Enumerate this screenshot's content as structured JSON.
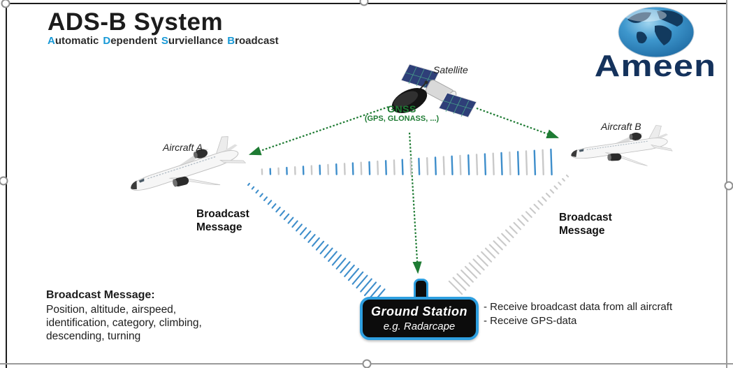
{
  "colors": {
    "accent_blue": "#1899d6",
    "gnss_green": "#1e7b33",
    "wave_blue": "#3e8ecb",
    "wave_gray": "#c9c9c9",
    "station_blue": "#2e9fe0",
    "brand_navy": "#14325c",
    "text_black": "#1c1c1c"
  },
  "header": {
    "title": "ADS-B System",
    "subtitle_words": [
      {
        "initial": "A",
        "rest": "utomatic"
      },
      {
        "initial": "D",
        "rest": "ependent"
      },
      {
        "initial": "S",
        "rest": "urviellance"
      },
      {
        "initial": "B",
        "rest": "roadcast"
      }
    ]
  },
  "brand": {
    "name": "Ameen"
  },
  "satellite": {
    "label": "Satellite"
  },
  "gnss": {
    "title": "GNSS",
    "systems": "(GPS, GLONASS, ...)"
  },
  "aircraft_a": {
    "label": "Aircraft A",
    "broadcast": "Broadcast\nMessage"
  },
  "aircraft_b": {
    "label": "Aircraft B",
    "broadcast": "Broadcast\nMessage"
  },
  "ground_station": {
    "name": "Ground Station",
    "example": "e.g. Radarcape"
  },
  "broadcast_info": {
    "title": "Broadcast Message:",
    "body": "Position, altitude, airspeed,\nidentification, category, climbing,\ndescending, turning"
  },
  "ground_station_functions": {
    "items": [
      "- Receive broadcast data from all aircraft",
      "- Receive GPS-data"
    ]
  }
}
